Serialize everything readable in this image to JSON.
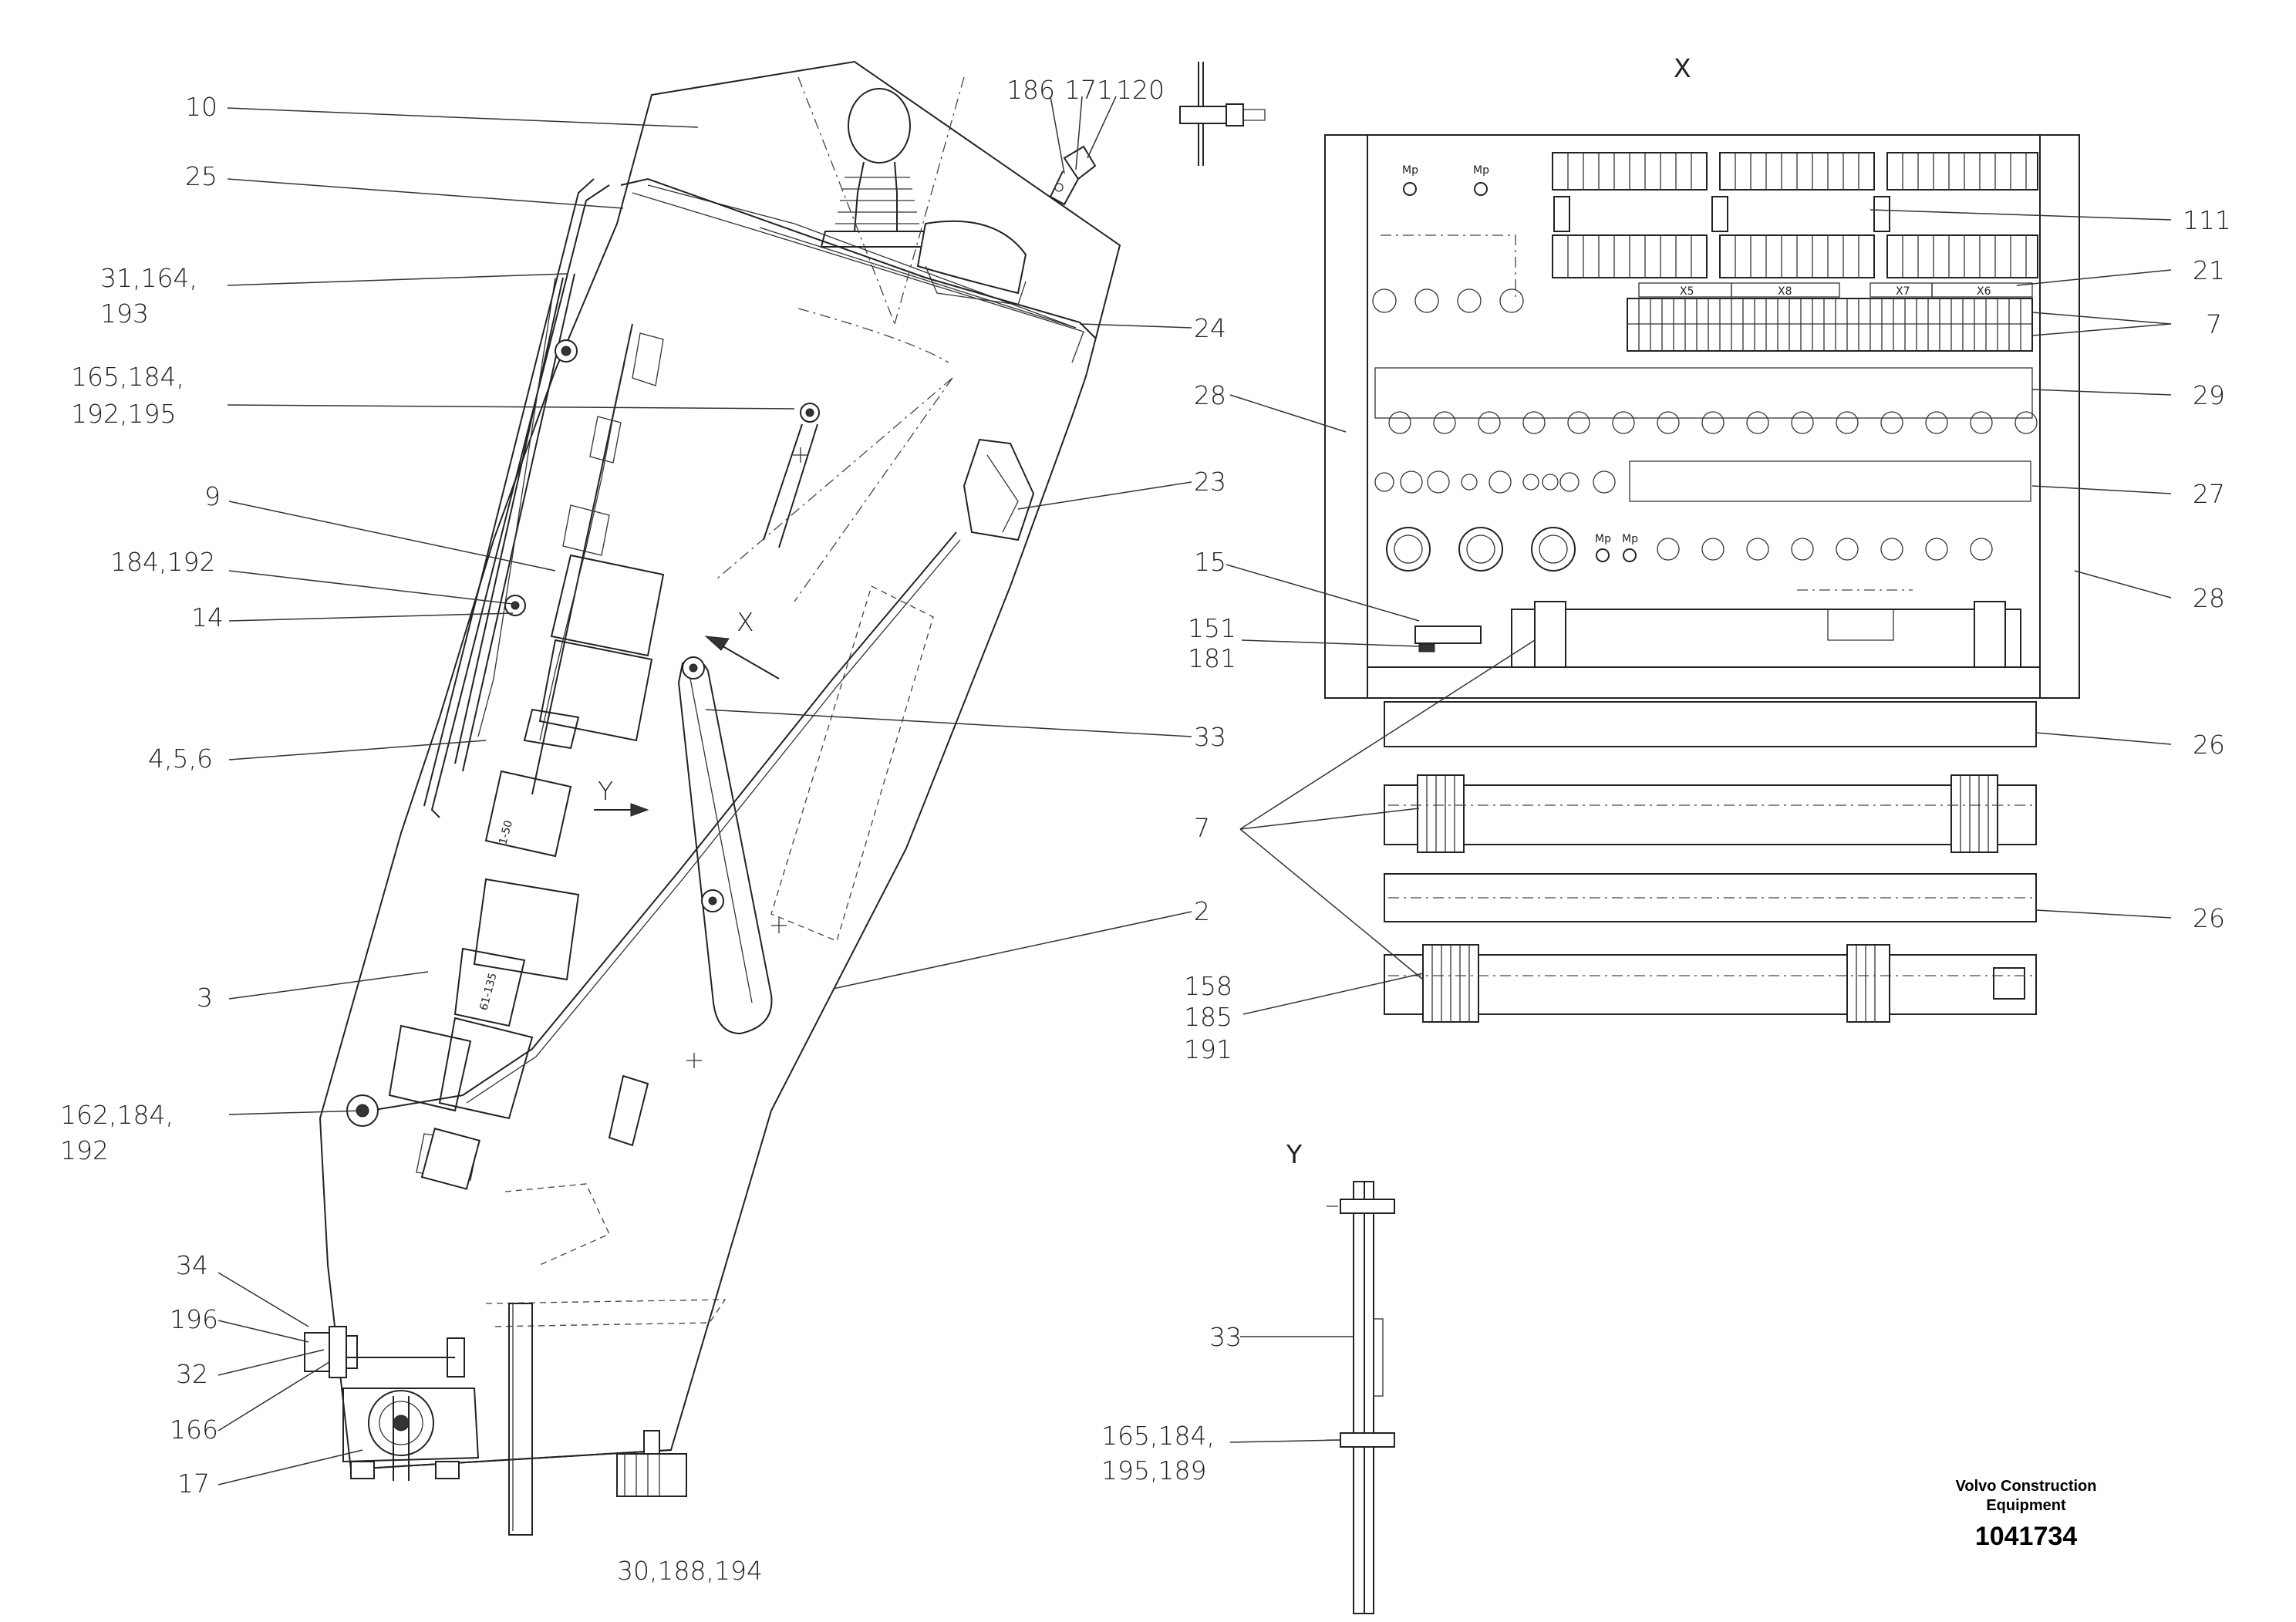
{
  "views": {
    "x_label": "X",
    "y_label": "Y",
    "section_arrow_x": "X",
    "section_arrow_y": "Y"
  },
  "left_callouts": [
    {
      "id": "c10",
      "lines": [
        "10"
      ]
    },
    {
      "id": "c25",
      "lines": [
        "25"
      ]
    },
    {
      "id": "c31",
      "lines": [
        "31,164,",
        "193"
      ]
    },
    {
      "id": "c165",
      "lines": [
        "165,184,",
        "192,195"
      ]
    },
    {
      "id": "c9",
      "lines": [
        "9"
      ]
    },
    {
      "id": "c184",
      "lines": [
        "184,192"
      ]
    },
    {
      "id": "c14",
      "lines": [
        "14"
      ]
    },
    {
      "id": "c456",
      "lines": [
        "4,5,6"
      ]
    },
    {
      "id": "c3",
      "lines": [
        "3"
      ]
    },
    {
      "id": "c162",
      "lines": [
        "162,184,",
        "192"
      ]
    },
    {
      "id": "c34",
      "lines": [
        "34"
      ]
    },
    {
      "id": "c196",
      "lines": [
        "196"
      ]
    },
    {
      "id": "c32",
      "lines": [
        "32"
      ]
    },
    {
      "id": "c166",
      "lines": [
        "166"
      ]
    },
    {
      "id": "c17",
      "lines": [
        "17"
      ]
    }
  ],
  "top_callouts": [
    "186",
    "171",
    "120"
  ],
  "middle_callouts": {
    "c24": "24",
    "c23": "23",
    "c33": "33",
    "c2": "2",
    "c30": "30,188,194",
    "c15": "15",
    "c151": [
      "151",
      "181"
    ],
    "c7_main": "7",
    "c158": [
      "158",
      "185",
      "191"
    ]
  },
  "right_callouts": {
    "c111": "111",
    "c21": "21",
    "c7": "7",
    "c29": "29",
    "c28a": "28",
    "c28b": "28",
    "c27": "27",
    "c26a": "26",
    "c26b": "26"
  },
  "view_y_callouts": {
    "c33": "33",
    "c165": [
      "165,184,",
      "195,189"
    ]
  },
  "panel_labels": {
    "mp1": "Mp",
    "mp2": "Mp",
    "mp3": "Mp",
    "mp4": "Mp",
    "x5": "X5",
    "x8": "X8",
    "x7": "X7",
    "x6": "X6",
    "comp_a": "1-50",
    "comp_b": "61-135"
  },
  "title_block": {
    "company_line1": "Volvo Construction",
    "company_line2": "Equipment",
    "drawing_number": "1041734"
  }
}
